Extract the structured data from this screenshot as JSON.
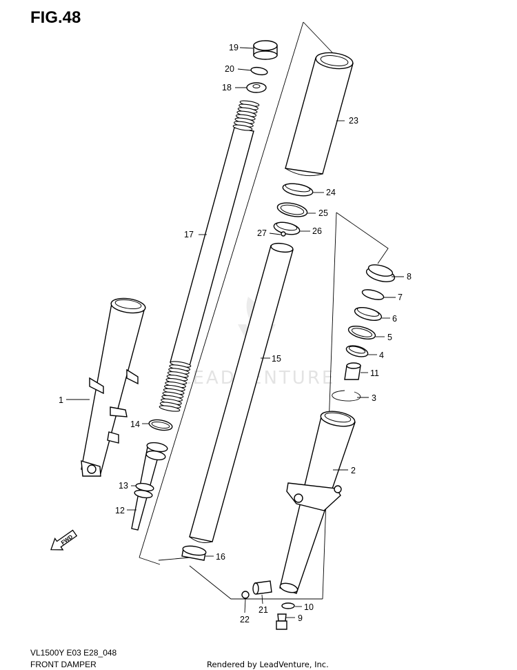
{
  "figure": {
    "title": "FIG.48",
    "model": "VL1500Y E03 E28_048",
    "name": "FRONT DAMPER",
    "rendered_by": "Rendered by LeadVenture, Inc.",
    "watermark": "LEADVENTURE",
    "direction_label": "FWD"
  },
  "callouts": [
    "1",
    "2",
    "3",
    "4",
    "5",
    "6",
    "7",
    "8",
    "9",
    "10",
    "11",
    "12",
    "13",
    "14",
    "15",
    "16",
    "17",
    "18",
    "19",
    "20",
    "21",
    "22",
    "23",
    "24",
    "25",
    "26",
    "27"
  ]
}
